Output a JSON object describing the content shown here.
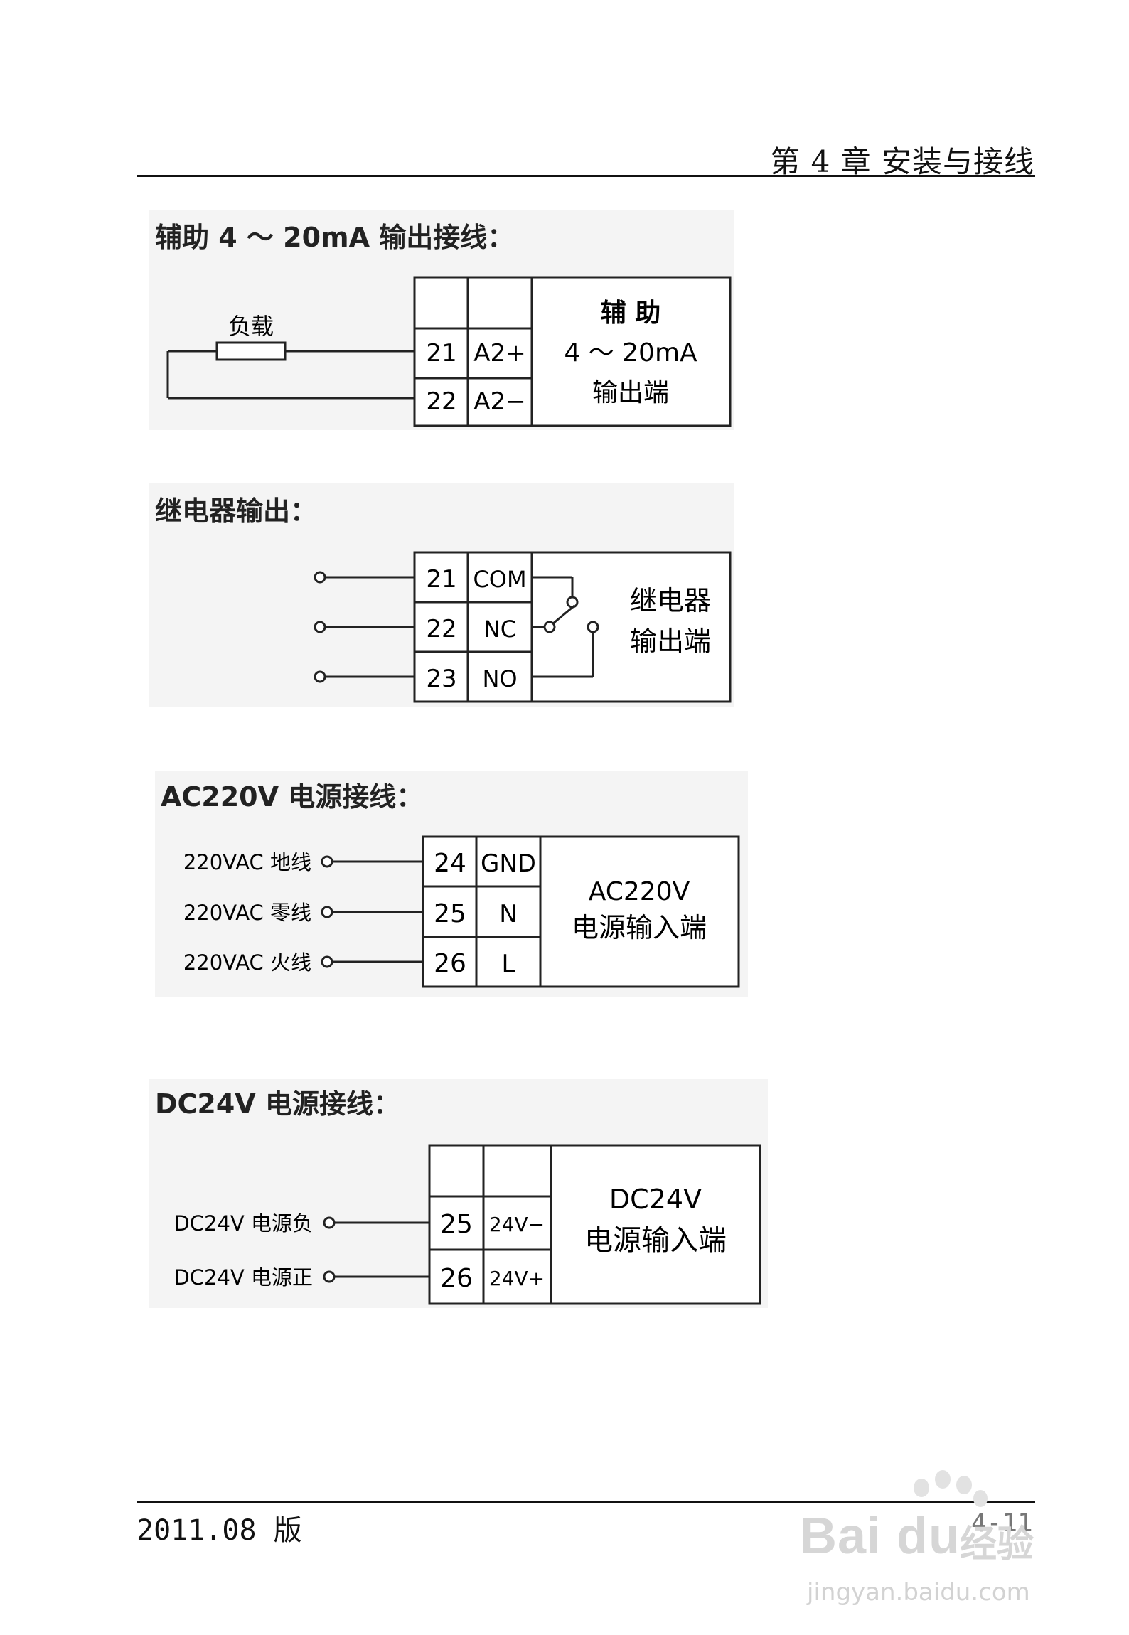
{
  "header": {
    "chapter": "第 4 章  安装与接线"
  },
  "sections": {
    "aux": {
      "heading": "辅助 4 ～ 20mA 输出接线：",
      "load_label": "负载",
      "rows": [
        {
          "num": "21",
          "sig": "A2+"
        },
        {
          "num": "22",
          "sig": "A2−"
        }
      ],
      "desc": [
        "辅  助",
        "4 ～ 20mA",
        "输出端"
      ]
    },
    "relay": {
      "heading": "继电器输出：",
      "rows": [
        {
          "num": "21",
          "sig": "COM"
        },
        {
          "num": "22",
          "sig": "NC"
        },
        {
          "num": "23",
          "sig": "NO"
        }
      ],
      "desc": [
        "继电器",
        "输出端"
      ]
    },
    "ac": {
      "heading": "AC220V 电源接线：",
      "wires": [
        "220VAC 地线",
        "220VAC 零线",
        "220VAC 火线"
      ],
      "rows": [
        {
          "num": "24",
          "sig": "GND"
        },
        {
          "num": "25",
          "sig": "N"
        },
        {
          "num": "26",
          "sig": "L"
        }
      ],
      "desc": [
        "AC220V",
        "电源输入端"
      ]
    },
    "dc": {
      "heading": "DC24V 电源接线：",
      "wires": [
        "DC24V 电源负",
        "DC24V 电源正"
      ],
      "rows": [
        {
          "num": "25",
          "sig": "24V−"
        },
        {
          "num": "26",
          "sig": "24V+"
        }
      ],
      "desc": [
        "DC24V",
        "电源输入端"
      ]
    }
  },
  "footer": {
    "edition": "2011.08 版",
    "page": "4-11"
  },
  "watermark": {
    "logo": "Bai du",
    "cn": "经验",
    "url": "jingyan.baidu.com"
  }
}
